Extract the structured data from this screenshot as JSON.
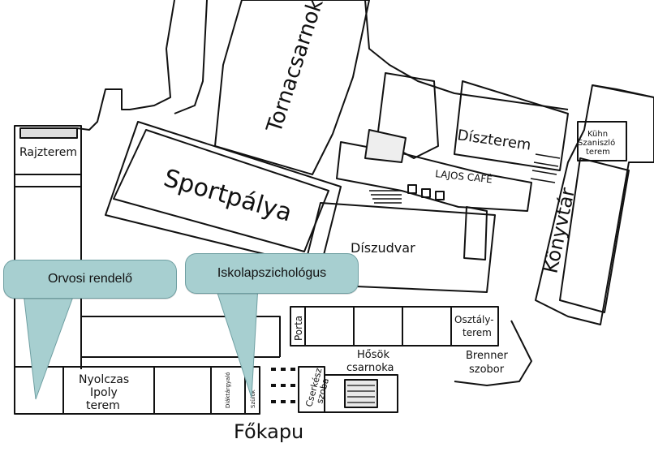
{
  "map": {
    "rooms": {
      "tornacsarnok": "Tornacsarnok",
      "sportpalya": "Sportpálya",
      "rajzterem": "Rajzterem",
      "diszterem": "Díszterem",
      "lajos_cafe": "LAJOS CAFÉ",
      "kuhn_line1": "Kühn",
      "kuhn_line2": "Szaniszló",
      "kuhn_line3": "terem",
      "konyvtar": "Könyvtár",
      "diszudvar": "Díszudvar",
      "porta": "Porta",
      "osztalyterem_line1": "Osztály-",
      "osztalyterem_line2": "terem",
      "hosok_line1": "Hősök",
      "hosok_line2": "csarnoka",
      "brenner_line1": "Brenner",
      "brenner_line2": "szobor",
      "nyolczas_line1": "Nyolczas",
      "nyolczas_line2": "Ipoly",
      "nyolczas_line3": "terem",
      "diaktargyalo": "Diáktárgyaló",
      "szulok": "Szülők",
      "cserkesz_line1": "Cserkész",
      "cserkesz_line2": "szoba",
      "fokapu": "Főkapu"
    },
    "callouts": {
      "orvosi": "Orvosi rendelő",
      "iskolapszichologus": "Iskolapszichológus"
    },
    "colors": {
      "callout_fill": "#a7cfd0",
      "line": "#111111"
    }
  }
}
